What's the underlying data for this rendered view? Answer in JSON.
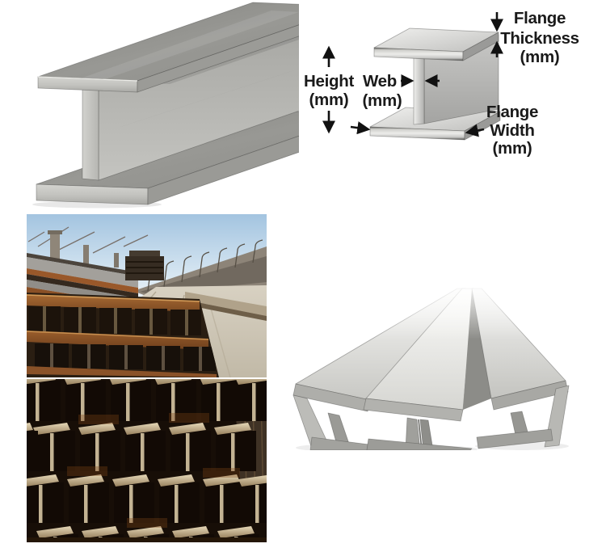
{
  "page": {
    "title": "Steel H-beam product photo collage",
    "background": "#ffffff"
  },
  "diagram": {
    "labels": {
      "flange_thickness": [
        "Flange",
        "Thickness",
        "(mm)"
      ],
      "height": [
        "Height",
        "(mm)"
      ],
      "web": [
        "Web",
        "(mm)"
      ],
      "flange_width": [
        "Flange",
        "Width",
        "(mm)"
      ]
    },
    "text_color": "#1a1a1a"
  },
  "photos": {
    "single_beam": {
      "description": "Steel H-beam in perspective on white background"
    },
    "stockyard": {
      "description": "Stacked H-beams end-on in outdoor stockyard under blue sky"
    },
    "warehouse": {
      "description": "Rusty H-beams stacked end-on in dark warehouse"
    },
    "three_beams": {
      "description": "Three steel H-beams receding to a vanishing point on white background"
    }
  },
  "palette": {
    "steel_light": "#d8d8d6",
    "steel_mid": "#aeaeac",
    "steel_dark": "#8a8a86",
    "rust": "#96582a",
    "sky_blue": "#a9c9e4",
    "dark_interior": "#170e07"
  }
}
